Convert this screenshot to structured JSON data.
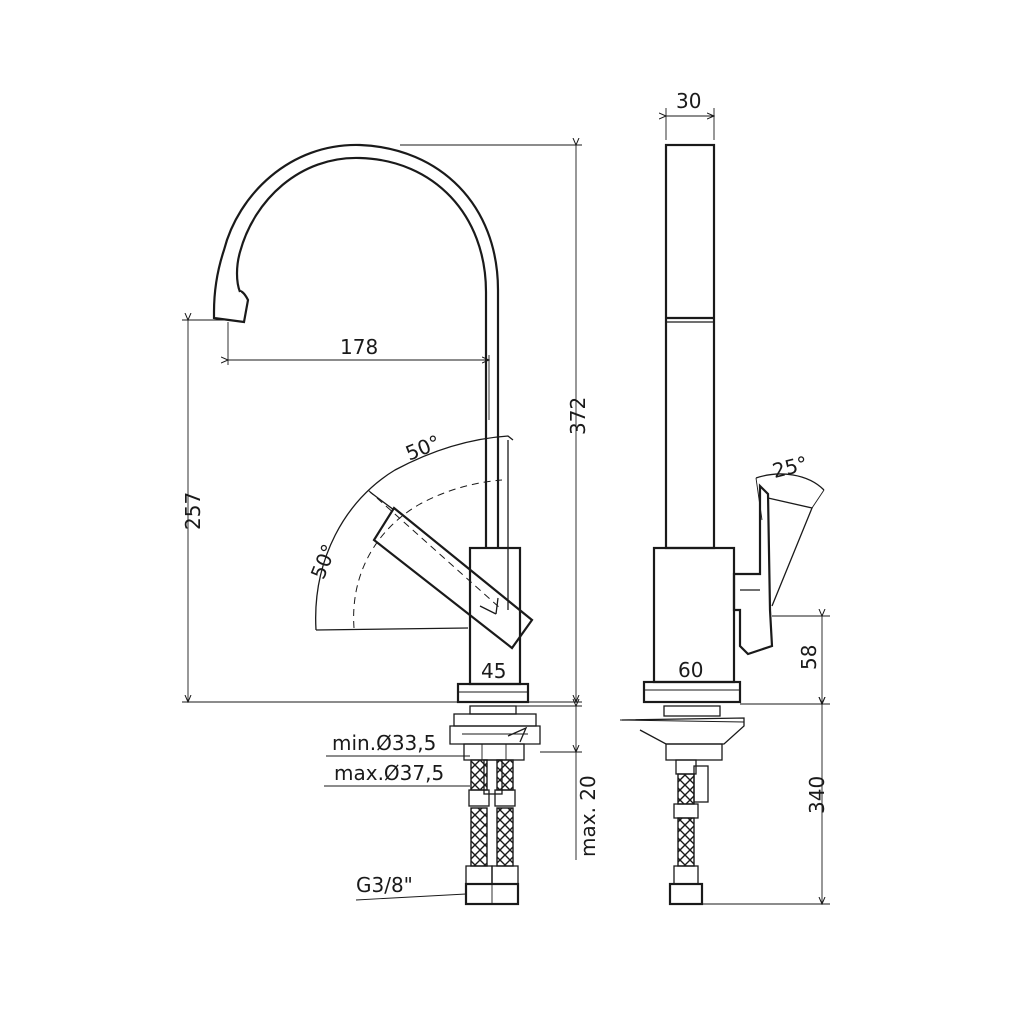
{
  "dimensions": {
    "top_width": "30",
    "spout_reach": "178",
    "total_height": "372",
    "spout_height": "257",
    "lever_angle_up": "50°",
    "lever_angle_side": "50°",
    "side_angle": "25°",
    "front_body_width": "45",
    "side_body_width": "60",
    "handle_height": "58",
    "min_hole": "min.Ø33,5",
    "max_hole": "max.Ø37,5",
    "max_thickness": "max. 20",
    "hose_length": "340",
    "connection": "G3/8\""
  }
}
